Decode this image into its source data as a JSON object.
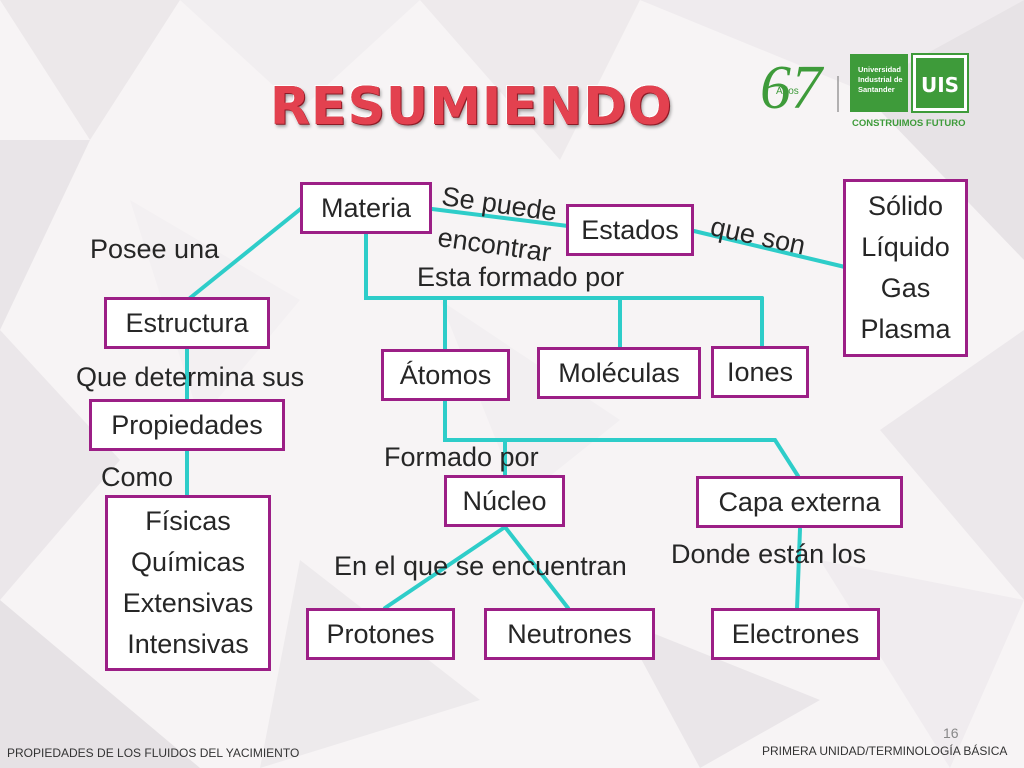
{
  "slide": {
    "title": "RESUMIENDO",
    "page_number": "16",
    "footer_left": "PROPIEDADES DE LOS FLUIDOS DEL YACIMIENTO",
    "footer_right": "PRIMERA UNIDAD/TERMINOLOGÍA BÁSICA"
  },
  "logo": {
    "anniversary_number": "67",
    "anniversary_word": "Años",
    "university_line1": "Universidad",
    "university_line2": "Industrial de",
    "university_line3": "Santander",
    "monogram": "UIS",
    "tagline": "CONSTRUIMOS FUTURO",
    "green": "#3e9b3a"
  },
  "colors": {
    "box_border": "#9c1f86",
    "connector": "#2ecdc9",
    "title": "#e3414f"
  },
  "nodes": {
    "materia": "Materia",
    "estados": "Estados",
    "estados_list": [
      "Sólido",
      "Líquido",
      "Gas",
      "Plasma"
    ],
    "estructura": "Estructura",
    "propiedades": "Propiedades",
    "propiedades_list": [
      "Físicas",
      "Químicas",
      "Extensivas",
      "Intensivas"
    ],
    "atomos": "Átomos",
    "moleculas": "Moléculas",
    "iones": "Iones",
    "nucleo": "Núcleo",
    "capa_externa": "Capa externa",
    "protones": "Protones",
    "neutrones": "Neutrones",
    "electrones": "Electrones"
  },
  "links": {
    "posee_una": "Posee una",
    "se_puede": "Se puede",
    "encontrar": "encontrar",
    "que_son": "que son",
    "esta_formado_por": "Esta formado por",
    "que_determina_sus": "Que determina sus",
    "como": "Como",
    "formado_por": "Formado por",
    "en_el_que_se_encuentran": "En el que se encuentran",
    "donde_estan_los": "Donde están los"
  }
}
